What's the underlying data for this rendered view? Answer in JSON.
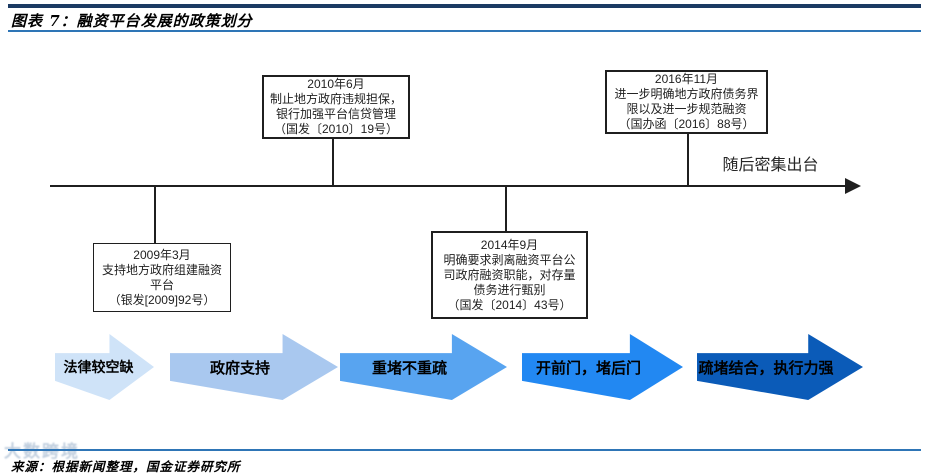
{
  "figure": {
    "title": "图表 7：融资平台发展的政策划分"
  },
  "timeline": {
    "annotation": "随后密集出台",
    "events": [
      {
        "date": "2009年3月",
        "position": "below",
        "text": "2009年3月\n支持地方政府组建融资\n平台\n（银发[2009]92号）"
      },
      {
        "date": "2010年6月",
        "position": "above",
        "text": "2010年6月\n制止地方政府违规担保，\n银行加强平台信贷管理\n（国发〔2010〕19号）"
      },
      {
        "date": "2014年9月",
        "position": "below",
        "text": "2014年9月\n明确要求剥离融资平台公\n司政府融资职能，对存量\n债务进行甄别\n（国发〔2014〕43号）"
      },
      {
        "date": "2016年11月",
        "position": "above",
        "text": "2016年11月\n进一步明确地方政府债务界\n限以及进一步规范融资\n（国办函〔2016〕88号）"
      }
    ]
  },
  "stages": [
    {
      "label": "法律较空缺",
      "color": "#cfe3f8"
    },
    {
      "label": "政府支持",
      "color": "#a9c8ef"
    },
    {
      "label": "重堵不重疏",
      "color": "#58a4f0"
    },
    {
      "label": "开前门，堵后门",
      "color": "#2288f2"
    },
    {
      "label": "疏堵结合，执行力强",
      "color": "#0b5bb8"
    }
  ],
  "colors": {
    "header_rule_dark": "#1b3a63",
    "header_rule_blue": "#2e75b6",
    "timeline_line": "#1f1f1f"
  },
  "footer": {
    "source": "来源：根据新闻整理，国金证券研究所"
  },
  "watermark": {
    "text": "大数跨境"
  }
}
